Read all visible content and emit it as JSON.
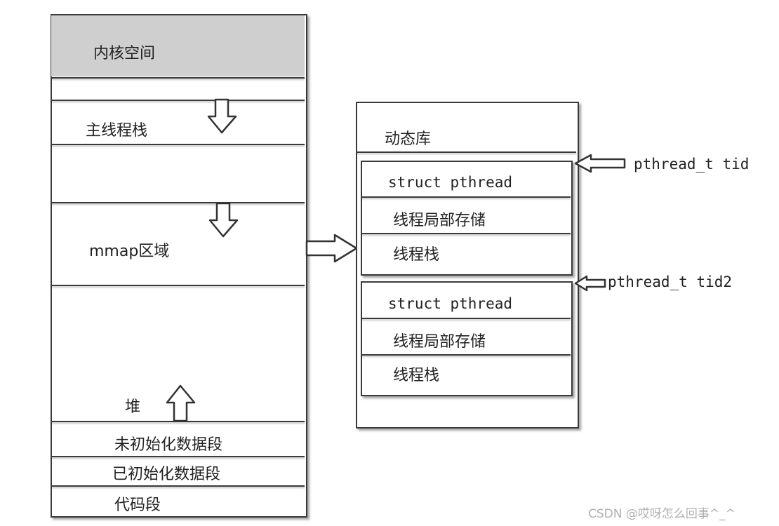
{
  "left_stack": {
    "kernel": "内核空间",
    "main_stack": "主线程栈",
    "mmap": "mmap区域",
    "heap": "堆",
    "bss": "未初始化数据段",
    "data": "已初始化数据段",
    "text": "代码段"
  },
  "dynamic_lib": {
    "title": "动态库",
    "threads": [
      {
        "struct": "struct pthread",
        "tls": "线程局部存储",
        "stack": "线程栈",
        "pointer": "pthread_t tid"
      },
      {
        "struct": "struct pthread",
        "tls": "线程局部存储",
        "stack": "线程栈",
        "pointer": "pthread_t tid2"
      }
    ]
  },
  "watermark": "CSDN @哎呀怎么回事^_^"
}
